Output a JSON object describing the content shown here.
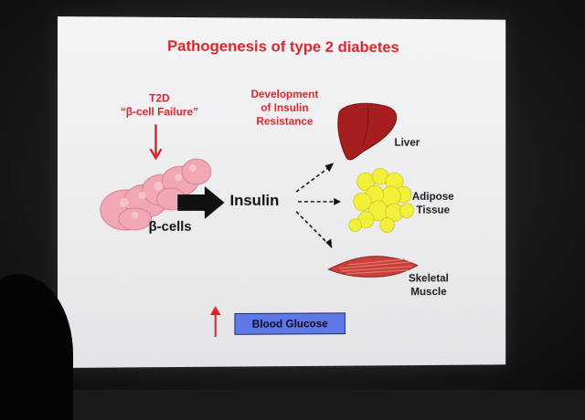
{
  "slide": {
    "title": "Pathogenesis of type 2 diabetes",
    "t2d_line1": "T2D",
    "t2d_line2": "“β-cell Failure”",
    "resistance_line1": "Development",
    "resistance_line2": "of Insulin",
    "resistance_line3": "Resistance",
    "beta_cells": "β-cells",
    "insulin": "Insulin",
    "liver": "Liver",
    "adipose_line1": "Adipose",
    "adipose_line2": "Tissue",
    "muscle_line1": "Skeletal",
    "muscle_line2": "Muscle",
    "blood_glucose": "Blood Glucose"
  },
  "colors": {
    "title_red": "#d7262c",
    "liver": "#a61e1e",
    "adipose": "#f2f03a",
    "muscle": "#c9403a",
    "pancreas": "#f1a7b4",
    "glucose_box": "#5e78e6"
  }
}
